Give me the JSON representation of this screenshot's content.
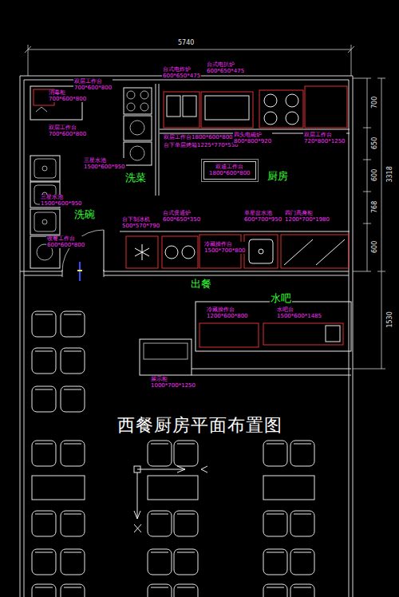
{
  "diagram": {
    "title": "西餐厨房平面布置图",
    "nodes": [
      {
        "text": [
          "双通工作台 1800*600*800"
        ]
      }
    ],
    "labels": [
      "5740",
      "双层工作台 700*600*800",
      "消毒柜 700*600*800",
      "双层工作台 700*600*800",
      "三星水池 1500*600*950",
      "三星水池 1500*600*950",
      "收餐工作台 600*600*800",
      "台式电炸炉 600*650*475",
      "台式电扒炉 600*650*475",
      "双层工作台1800*600*800",
      "台下单层烤箱1225*770*530",
      "四头电磁炉 800*800*920",
      "双层工作台 720*800*1250",
      "洗菜",
      "厨房",
      "洗碗",
      "台下制冰机 500*570*790",
      "台式煲通炉 600*650*350",
      "冷藏操作台 1500*700*800",
      "单星盆水池 600*700*950",
      "四门高身柜 1200*700*1980",
      "出餐",
      "水吧",
      "冷藏操作台 1200*600*800",
      "水吧台 1500*600*1485",
      "展示柜 1000*700*1250",
      "700",
      "650",
      "600",
      "768",
      "600",
      "3318",
      "1530"
    ]
  }
}
